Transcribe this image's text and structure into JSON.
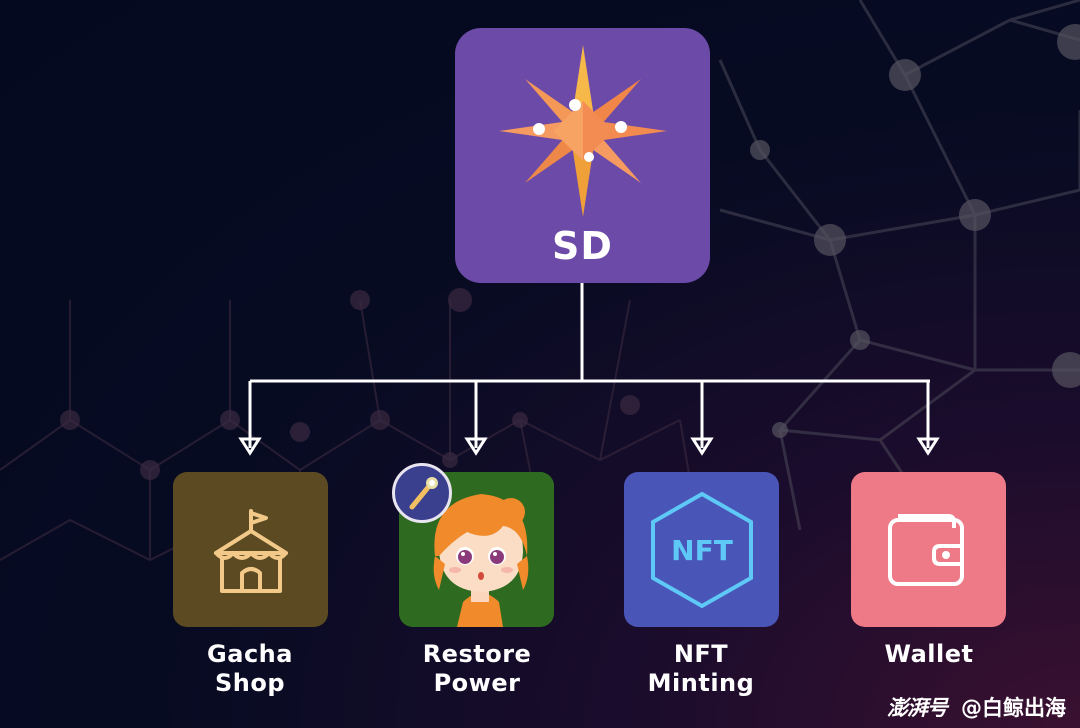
{
  "root": {
    "label": "SD",
    "icon": "eight-point-star-icon"
  },
  "children": [
    {
      "label_line1": "Gacha",
      "label_line2": "Shop",
      "icon": "circus-tent-icon",
      "color": "#5b4a22"
    },
    {
      "label_line1": "Restore",
      "label_line2": "Power",
      "icon": "anime-girl-avatar-icon",
      "color": "#2e6b20",
      "badge_icon": "magic-wand-icon"
    },
    {
      "label_line1": "NFT",
      "label_line2": "Minting",
      "icon": "nft-hexagon-icon",
      "icon_text": "NFT",
      "color": "#4a55b8"
    },
    {
      "label_line1": "Wallet",
      "label_line2": "",
      "icon": "wallet-icon",
      "color": "#ee7a88"
    }
  ],
  "colors": {
    "root_card": "#6c4aa8",
    "connector": "#ffffff",
    "background": "#060a22"
  },
  "watermark": {
    "brand": "澎湃号",
    "handle": "@白鲸出海"
  }
}
